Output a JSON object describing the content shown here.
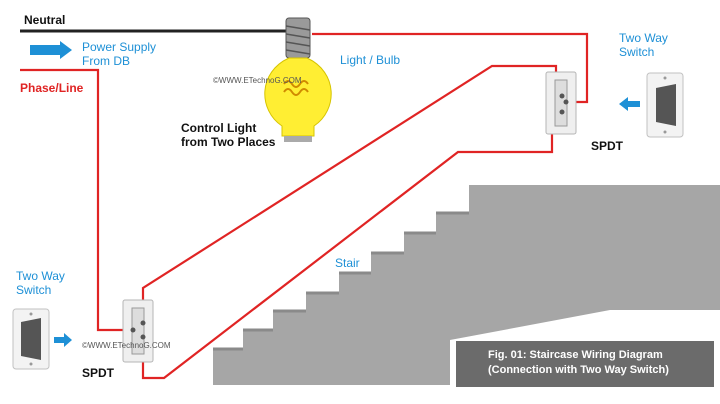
{
  "labels": {
    "neutral": "Neutral",
    "power_supply_line1": "Power Supply",
    "power_supply_line2": "From DB",
    "phase_line": "Phase/Line",
    "light_bulb": "Light / Bulb",
    "control_line1": "Control Light",
    "control_line2": "from Two Places",
    "two_way_top_line1": "Two Way",
    "two_way_top_line2": "Switch",
    "spdt_top": "SPDT",
    "stair": "Stair",
    "two_way_bottom_line1": "Two Way",
    "two_way_bottom_line2": "Switch",
    "spdt_bottom": "SPDT",
    "watermark_top": "©WWW.ETechnoG.COM",
    "watermark_bottom": "©WWW.ETechnoG.COM"
  },
  "caption": {
    "line1": "Fig. 01:     Staircase Wiring Diagram",
    "line2": "(Connection with Two Way Switch)"
  },
  "colors": {
    "neutral_wire": "#222222",
    "phase_wire": "#e02424",
    "label_blue": "#1e90d6",
    "bulb_yellow": "#ffee33",
    "stair_gray": "#a6a6a6",
    "caption_bg": "#6b6b6b"
  },
  "icons": {
    "supply_arrow": "arrow-right-icon",
    "top_switch_arrow": "arrow-left-icon",
    "bottom_switch_arrow": "arrow-right-icon",
    "bulb": "light-bulb-icon",
    "switch": "rocker-switch-icon"
  }
}
